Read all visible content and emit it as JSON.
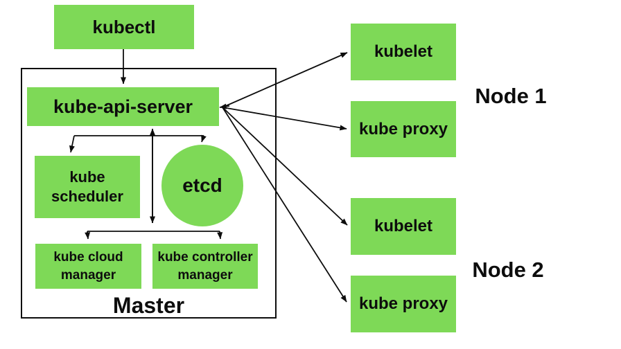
{
  "colors": {
    "box_green": "#7ed957",
    "ink": "#0d0d0d",
    "background": "#ffffff"
  },
  "kubectl": {
    "label": "kubectl"
  },
  "master": {
    "label": "Master",
    "api_server": {
      "label": "kube-api-server"
    },
    "scheduler": {
      "line1": "kube",
      "line2": "scheduler"
    },
    "etcd": {
      "label": "etcd"
    },
    "cloud_manager": {
      "line1": "kube cloud",
      "line2": "manager"
    },
    "controller_manager": {
      "line1": "kube controller",
      "line2": "manager"
    }
  },
  "node1": {
    "label": "Node 1",
    "kubelet": {
      "label": "kubelet"
    },
    "kube_proxy": {
      "label": "kube proxy"
    }
  },
  "node2": {
    "label": "Node 2",
    "kubelet": {
      "label": "kubelet"
    },
    "kube_proxy": {
      "label": "kube proxy"
    }
  }
}
